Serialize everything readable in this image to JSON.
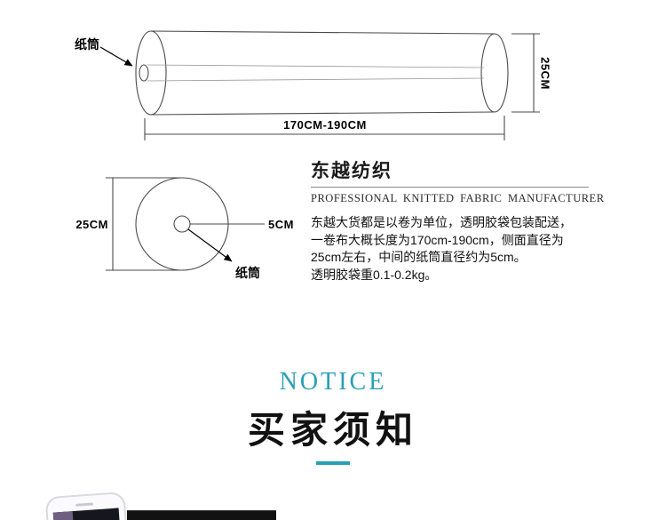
{
  "colors": {
    "accent": "#2a9fb5",
    "line": "#4a4a4a"
  },
  "roll_diagram": {
    "tube_label": "纸筒",
    "length_label": "170CM-190CM",
    "diameter_label": "25CM"
  },
  "cross_section": {
    "diameter_label": "25CM",
    "core_label": "5CM",
    "tube_label": "纸筒"
  },
  "brand": {
    "name": "东越纺织",
    "tagline": "PROFESSIONAL KNITTED FABRIC MANUFACTURER",
    "description_lines": [
      "东越大货都是以卷为单位，透明胶袋包装配送，",
      "一卷布大概长度为170cm-190cm，侧面直径为",
      "25cm左右，中间的纸筒直径约为5cm。",
      "透明胶袋重0.1-0.2kg。"
    ]
  },
  "notice": {
    "title_en": "NOTICE",
    "title_zh": "买家须知"
  }
}
